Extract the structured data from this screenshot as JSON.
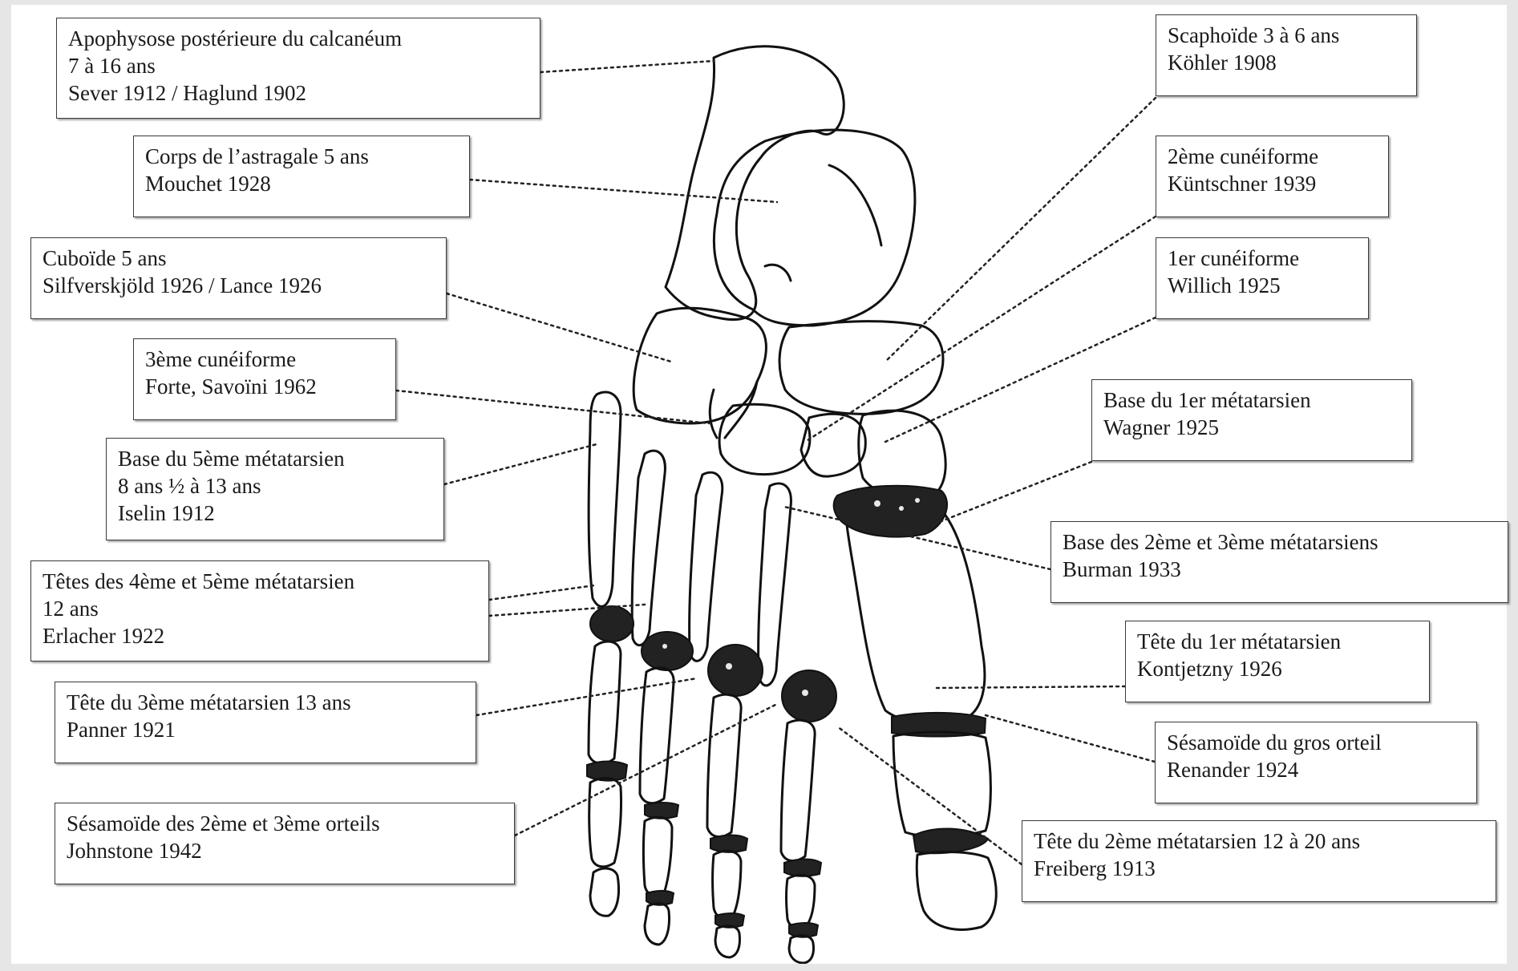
{
  "labels": [
    {
      "id": "apophysose",
      "lines": [
        "Apophysose postérieure du calcanéum",
        "7 à 16 ans",
        "Sever 1912 / Haglund 1902"
      ]
    },
    {
      "id": "astragale",
      "lines": [
        "Corps de l’astragale 5 ans",
        "Mouchet 1928"
      ]
    },
    {
      "id": "cuboide",
      "lines": [
        "Cuboïde 5 ans",
        "Silfverskjöld 1926 / Lance 1926"
      ]
    },
    {
      "id": "cuneiforme3",
      "lines": [
        "3ème cunéiforme",
        "Forte, Savoïni 1962"
      ]
    },
    {
      "id": "base5meta",
      "lines": [
        "Base du 5ème métatarsien",
        "8 ans ½ à 13 ans",
        "Iselin 1912"
      ]
    },
    {
      "id": "tetes45",
      "lines": [
        "Têtes des 4ème et 5ème métatarsien",
        "12 ans",
        "Erlacher 1922"
      ]
    },
    {
      "id": "tete3meta",
      "lines": [
        "Tête du 3ème métatarsien 13 ans",
        "Panner 1921"
      ]
    },
    {
      "id": "sesamoide23",
      "lines": [
        "Sésamoïde des 2ème et 3ème orteils",
        "Johnstone 1942"
      ]
    },
    {
      "id": "scaphoide",
      "lines": [
        "Scaphoïde 3 à 6 ans",
        "Köhler 1908"
      ]
    },
    {
      "id": "cuneiforme2",
      "lines": [
        "2ème cunéiforme",
        "Küntschner 1939"
      ]
    },
    {
      "id": "cuneiforme1",
      "lines": [
        "1er cunéiforme",
        "Willich 1925"
      ]
    },
    {
      "id": "base1meta",
      "lines": [
        "Base du 1er métatarsien",
        "Wagner 1925"
      ]
    },
    {
      "id": "base23meta",
      "lines": [
        "Base des 2ème  et 3ème métatarsiens",
        "Burman 1933"
      ]
    },
    {
      "id": "tete1meta",
      "lines": [
        "Tête du 1er métatarsien",
        "Kontjetzny 1926"
      ]
    },
    {
      "id": "sesamoidegros",
      "lines": [
        "Sésamoïde du gros orteil",
        "Renander 1924"
      ]
    },
    {
      "id": "tete2meta",
      "lines": [
        "Tête du 2ème métatarsien 12 à 20 ans",
        "Freiberg 1913"
      ]
    }
  ]
}
